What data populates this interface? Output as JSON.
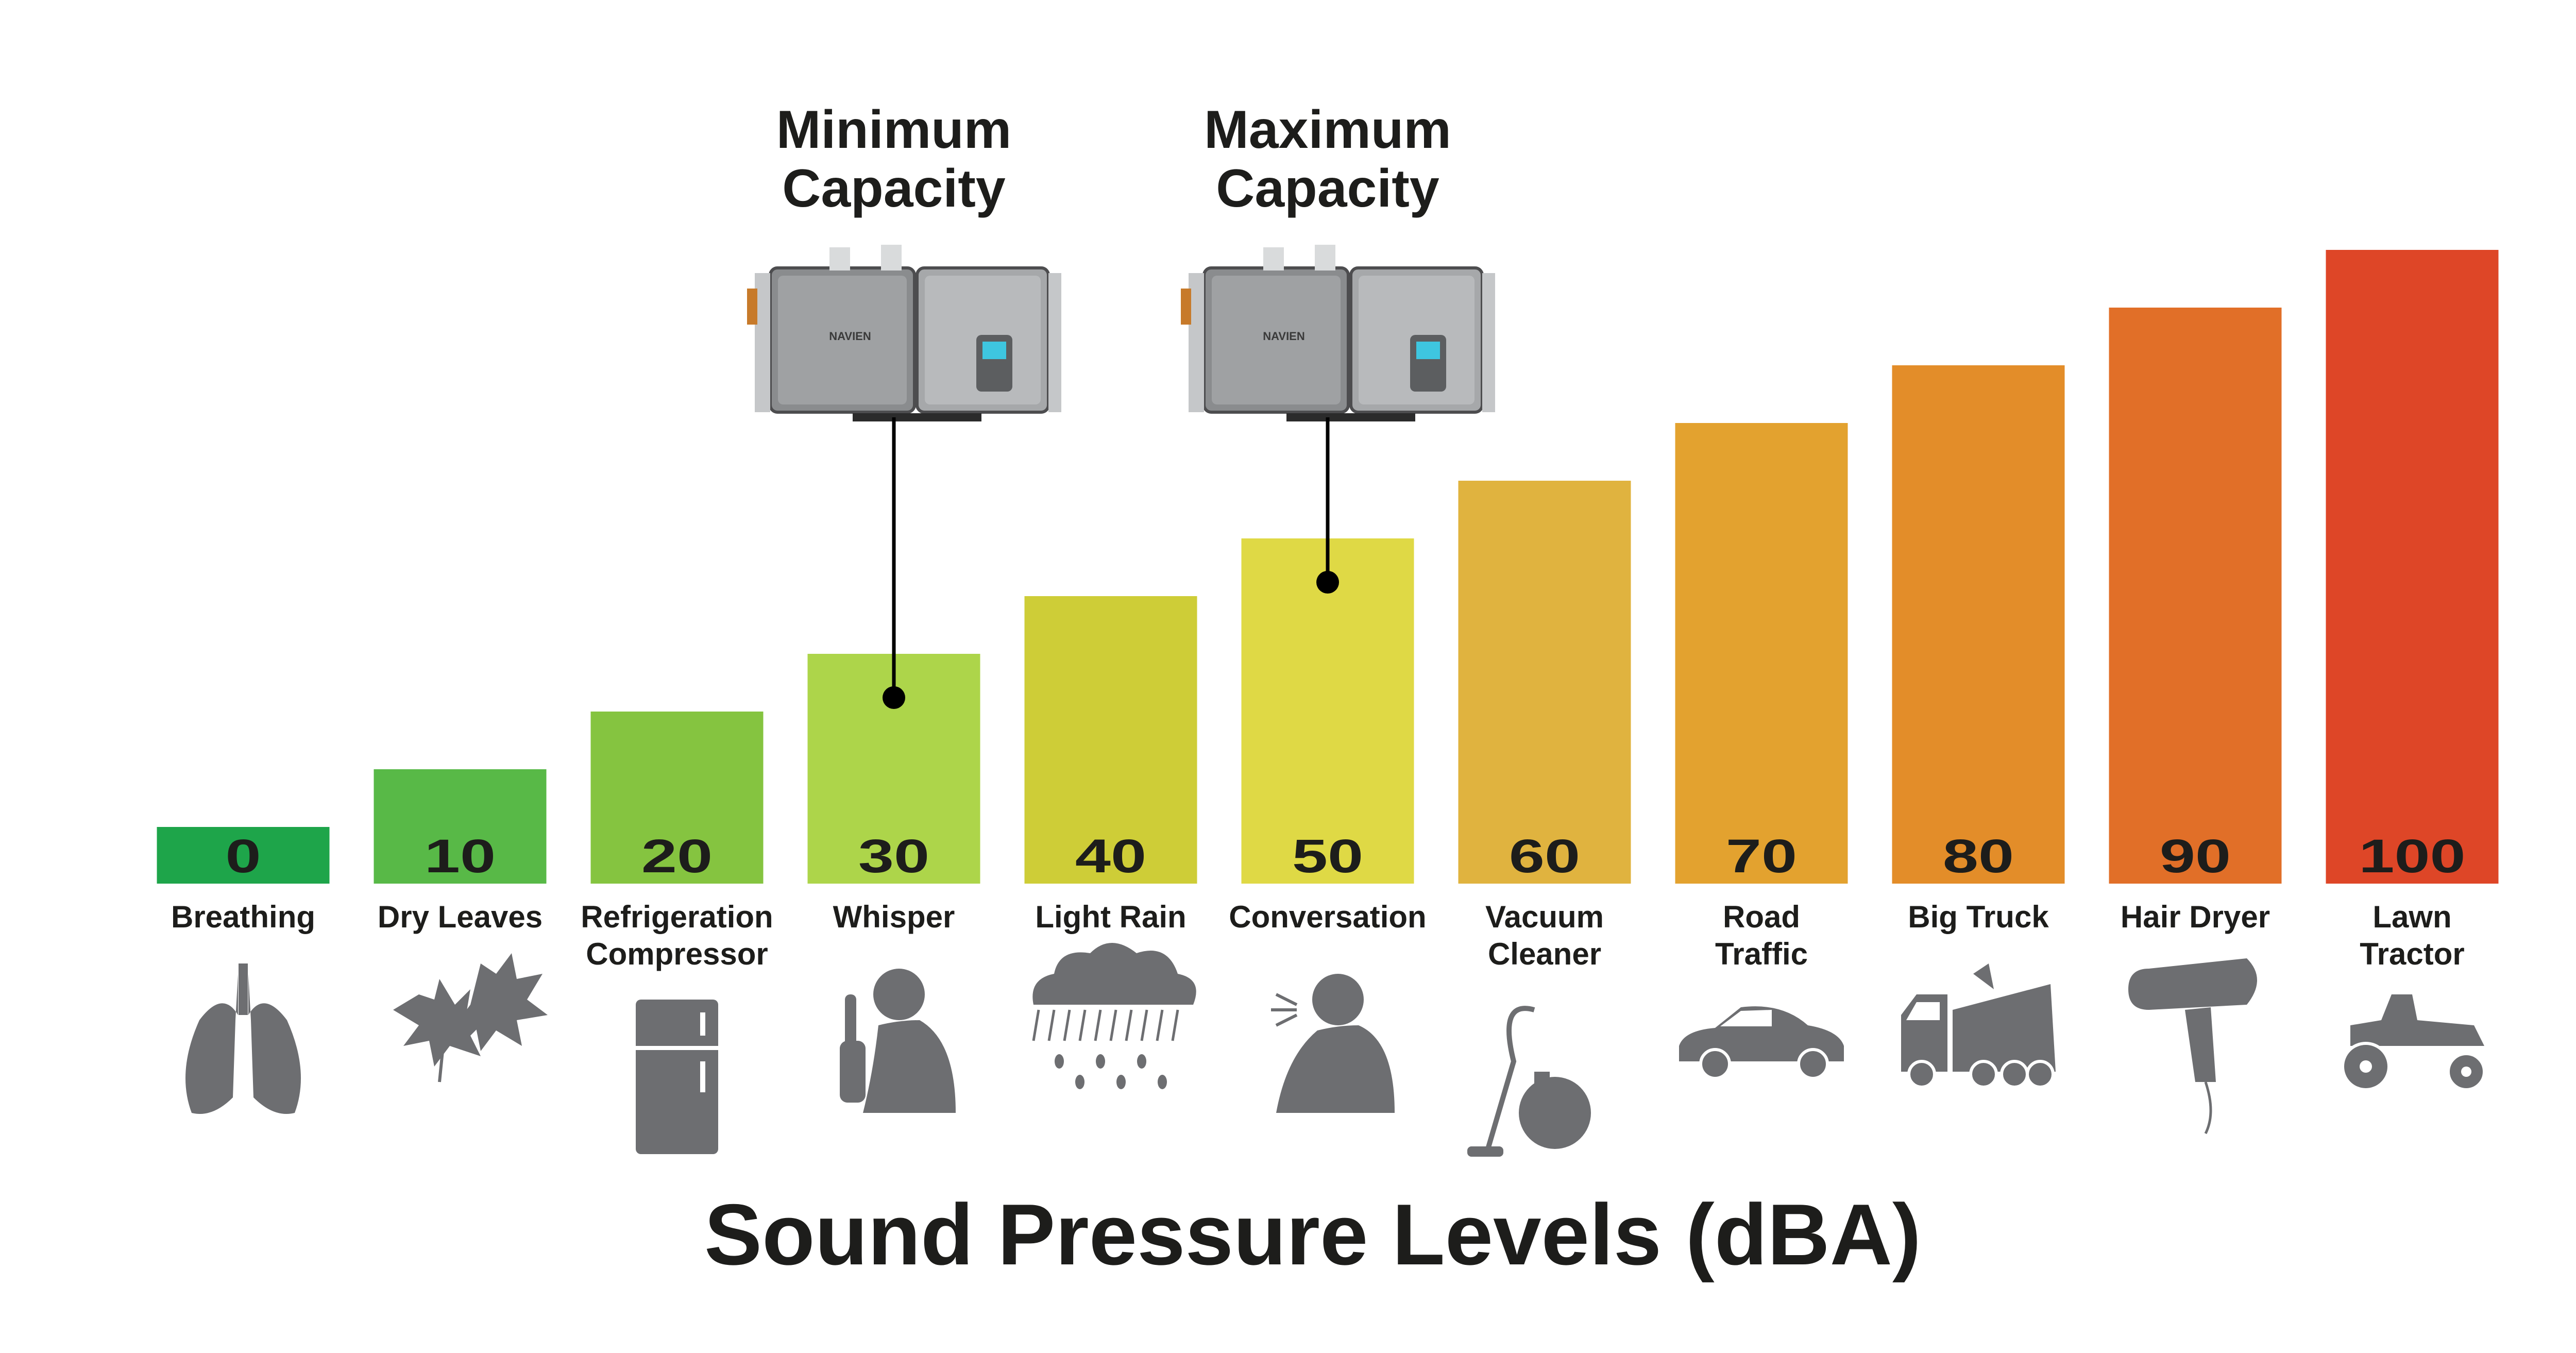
{
  "title": "Sound Pressure Levels (dBA)",
  "callouts": [
    {
      "title": "Minimum\nCapacity",
      "value": 30
    },
    {
      "title": "Maximum\nCapacity",
      "value": 50
    }
  ],
  "unit_brand": "NAVIEN",
  "chart_data": {
    "type": "bar",
    "title": "Sound Pressure Levels (dBA)",
    "xlabel": "",
    "ylabel": "",
    "categories": [
      "Breathing",
      "Dry Leaves",
      "Refrigeration Compressor",
      "Whisper",
      "Light Rain",
      "Conversation",
      "Vacuum Cleaner",
      "Road Traffic",
      "Big Truck",
      "Hair Dryer",
      "Lawn Tractor"
    ],
    "values": [
      0,
      10,
      20,
      30,
      40,
      50,
      60,
      70,
      80,
      90,
      100
    ],
    "value_labels": [
      "0",
      "10",
      "20",
      "30",
      "40",
      "50",
      "60",
      "70",
      "80",
      "90",
      "100"
    ],
    "colors": [
      "#1ea54a",
      "#58b947",
      "#85c440",
      "#add54a",
      "#cecd37",
      "#dfd945",
      "#e0b33f",
      "#e3a22f",
      "#e38d29",
      "#e16f28",
      "#de4627"
    ],
    "icons": [
      "lungs-icon",
      "leaves-icon",
      "refrigerator-icon",
      "whisper-icon",
      "rain-cloud-icon",
      "speaking-person-icon",
      "vacuum-cleaner-icon",
      "car-icon",
      "truck-icon",
      "hair-dryer-icon",
      "lawn-tractor-icon"
    ],
    "icon_color": "#6d6e71",
    "grid": false,
    "legend": "none",
    "ylim": [
      0,
      100
    ]
  }
}
